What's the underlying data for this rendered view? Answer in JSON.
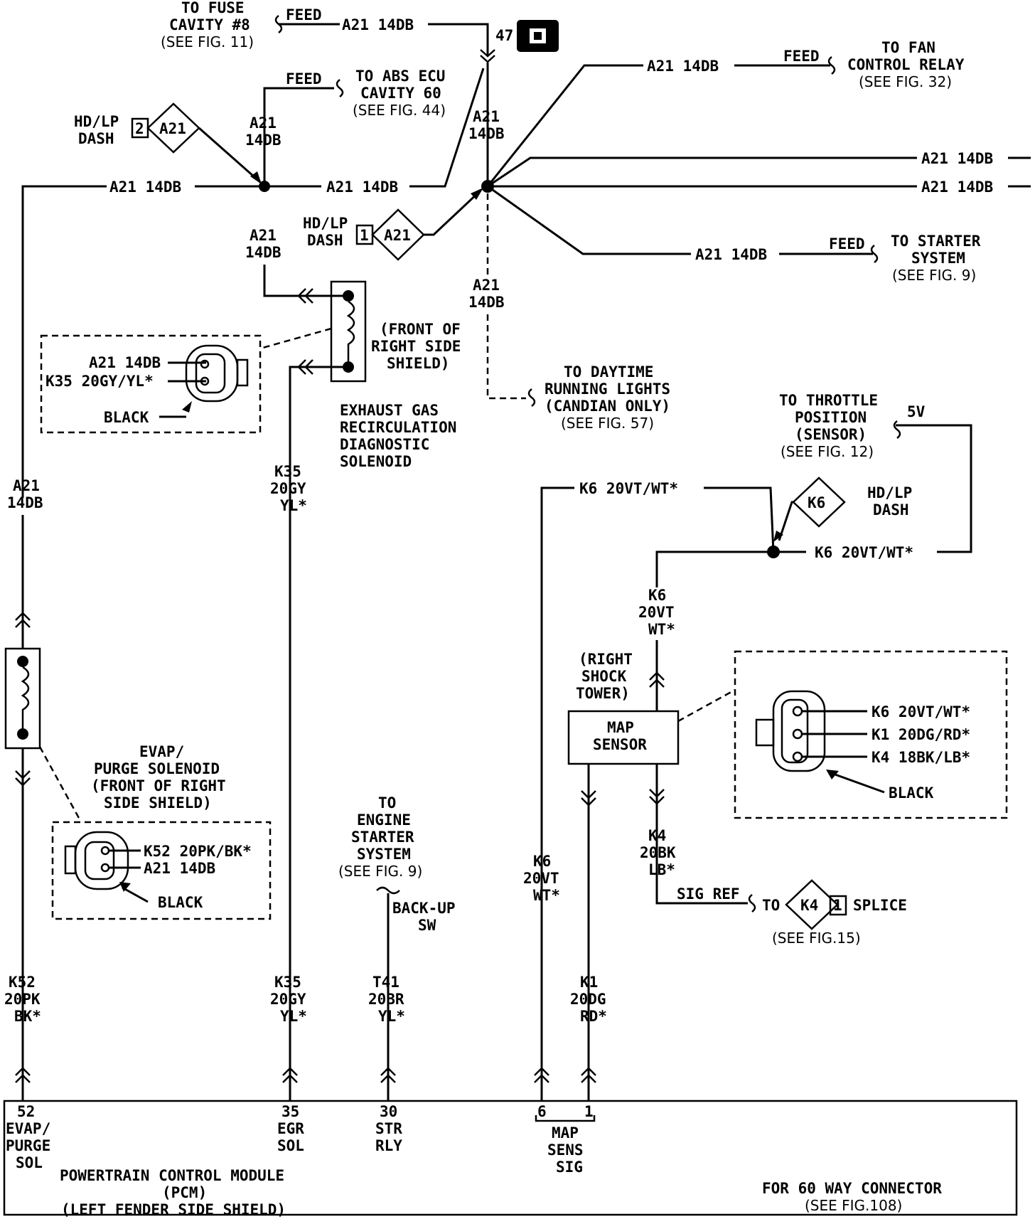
{
  "colors": {
    "ink": "#000000",
    "paper": "#ffffff"
  },
  "fuse": {
    "l1": "TO FUSE",
    "l2": "CAVITY #8",
    "l3": "(SEE FIG. 11)",
    "feed": "FEED",
    "wire": "A21 14DB",
    "pin": "47"
  },
  "abs": {
    "feed": "FEED",
    "l1": "TO ABS ECU",
    "l2": "CAVITY 60",
    "l3": "(SEE FIG. 44)"
  },
  "fan": {
    "wire": "A21 14DB",
    "feed": "FEED",
    "l1": "TO FAN",
    "l2": "CONTROL RELAY",
    "l3": "(SEE FIG. 32)"
  },
  "hd1": {
    "pin": "2",
    "code": "A21",
    "l1": "HD/LP",
    "l2": "DASH"
  },
  "hd2": {
    "pin": "1",
    "code": "A21",
    "l1": "HD/LP",
    "l2": "DASH"
  },
  "w": {
    "a21": "A21",
    "g14": "14DB",
    "a21_14": "A21 14DB",
    "k35": "K35",
    "gy20": "20GY",
    "yl": "YL*",
    "k6": "K6",
    "vt20": "20VT",
    "wt": "WT*",
    "k6full": "K6 20VT/WT*",
    "k4": "K4",
    "bk20": "20BK",
    "lb": "LB*",
    "k52": "K52",
    "pk20": "20PK",
    "bk": "BK*",
    "t41": "T41",
    "br20": "20BR",
    "k1": "K1",
    "dg20": "20DG",
    "rd": "RD*"
  },
  "starter": {
    "wire": "A21 14DB",
    "feed": "FEED",
    "l1": "TO STARTER",
    "l2": "SYSTEM",
    "l3": "(SEE FIG. 9)"
  },
  "drl": {
    "l1": "TO DAYTIME",
    "l2": "RUNNING LIGHTS",
    "l3": "(CANDIAN ONLY)",
    "l4": "(SEE FIG. 57)"
  },
  "egr": {
    "loc1": "(FRONT OF",
    "loc2": "RIGHT SIDE",
    "loc3": "SHIELD)",
    "n1": "EXHAUST GAS",
    "n2": "RECIRCULATION",
    "n3": "DIAGNOSTIC",
    "n4": "SOLENOID",
    "c1": "A21 14DB",
    "c2": "K35 20GY/YL*",
    "black": "BLACK"
  },
  "tps": {
    "l1": "TO THROTTLE",
    "l2": "POSITION",
    "l3": "(SENSOR)",
    "l4": "(SEE FIG. 12)",
    "v": "5V",
    "code": "K6",
    "d1": "HD/LP",
    "d2": "DASH"
  },
  "map": {
    "loc1": "(RIGHT",
    "loc2": "SHOCK",
    "loc3": "TOWER)",
    "n1": "MAP",
    "n2": "SENSOR",
    "c1": "K6 20VT/WT*",
    "c2": "K1 20DG/RD*",
    "c3": "K4 18BK/LB*",
    "black": "BLACK"
  },
  "sig": {
    "label": "SIG REF",
    "to": "TO",
    "code": "K4",
    "pin": "1",
    "splice": "SPLICE",
    "see": "(SEE FIG.15)"
  },
  "evap": {
    "n1": "EVAP/",
    "n2": "PURGE SOLENOID",
    "n3": "(FRONT OF RIGHT",
    "n4": "SIDE SHIELD)",
    "c1": "K52 20PK/BK*",
    "c2": "A21 14DB",
    "black": "BLACK"
  },
  "eng": {
    "l1": "TO",
    "l2": "ENGINE",
    "l3": "STARTER",
    "l4": "SYSTEM",
    "l5": "(SEE FIG. 9)",
    "sw1": "BACK-UP",
    "sw2": "SW"
  },
  "pcm": {
    "p52": "52",
    "p52a": "EVAP/",
    "p52b": "PURGE",
    "p52c": "SOL",
    "p35": "35",
    "p35a": "EGR",
    "p35b": "SOL",
    "p30": "30",
    "p30a": "STR",
    "p30b": "RLY",
    "p6": "6",
    "p1": "1",
    "m1": "MAP",
    "m2": "SENS",
    "m3": "SIG",
    "n1": "POWERTRAIN CONTROL MODULE",
    "n2": "(PCM)",
    "n3": "(LEFT FENDER SIDE SHIELD)",
    "f1": "FOR 60 WAY CONNECTOR",
    "f2": "(SEE FIG.108)"
  }
}
